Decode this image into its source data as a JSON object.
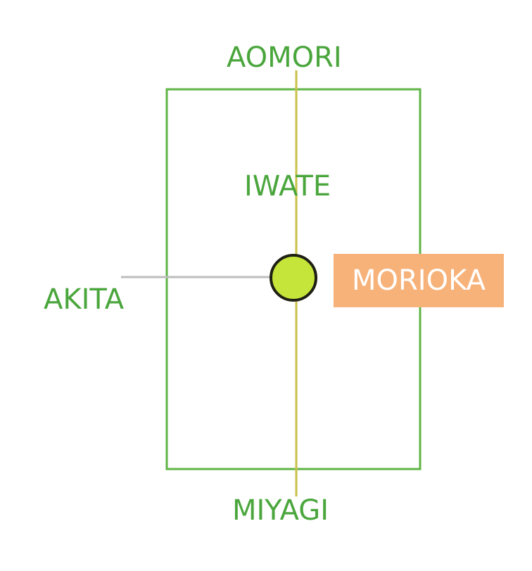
{
  "diagram": {
    "north_label": "AOMORI",
    "center_label": "IWATE",
    "west_label": "AKITA",
    "south_label": "MIYAGI",
    "capital_label": "MORIOKA"
  },
  "colors": {
    "label_green": "#4aa63c",
    "border_green": "#5fb446",
    "axis_line": "#c8c24a",
    "connector": "#bdbdbd",
    "marker_fill": "#c5e53a",
    "marker_stroke": "#1f1f14",
    "capital_box": "#f7b27a",
    "capital_text": "#ffffff"
  }
}
